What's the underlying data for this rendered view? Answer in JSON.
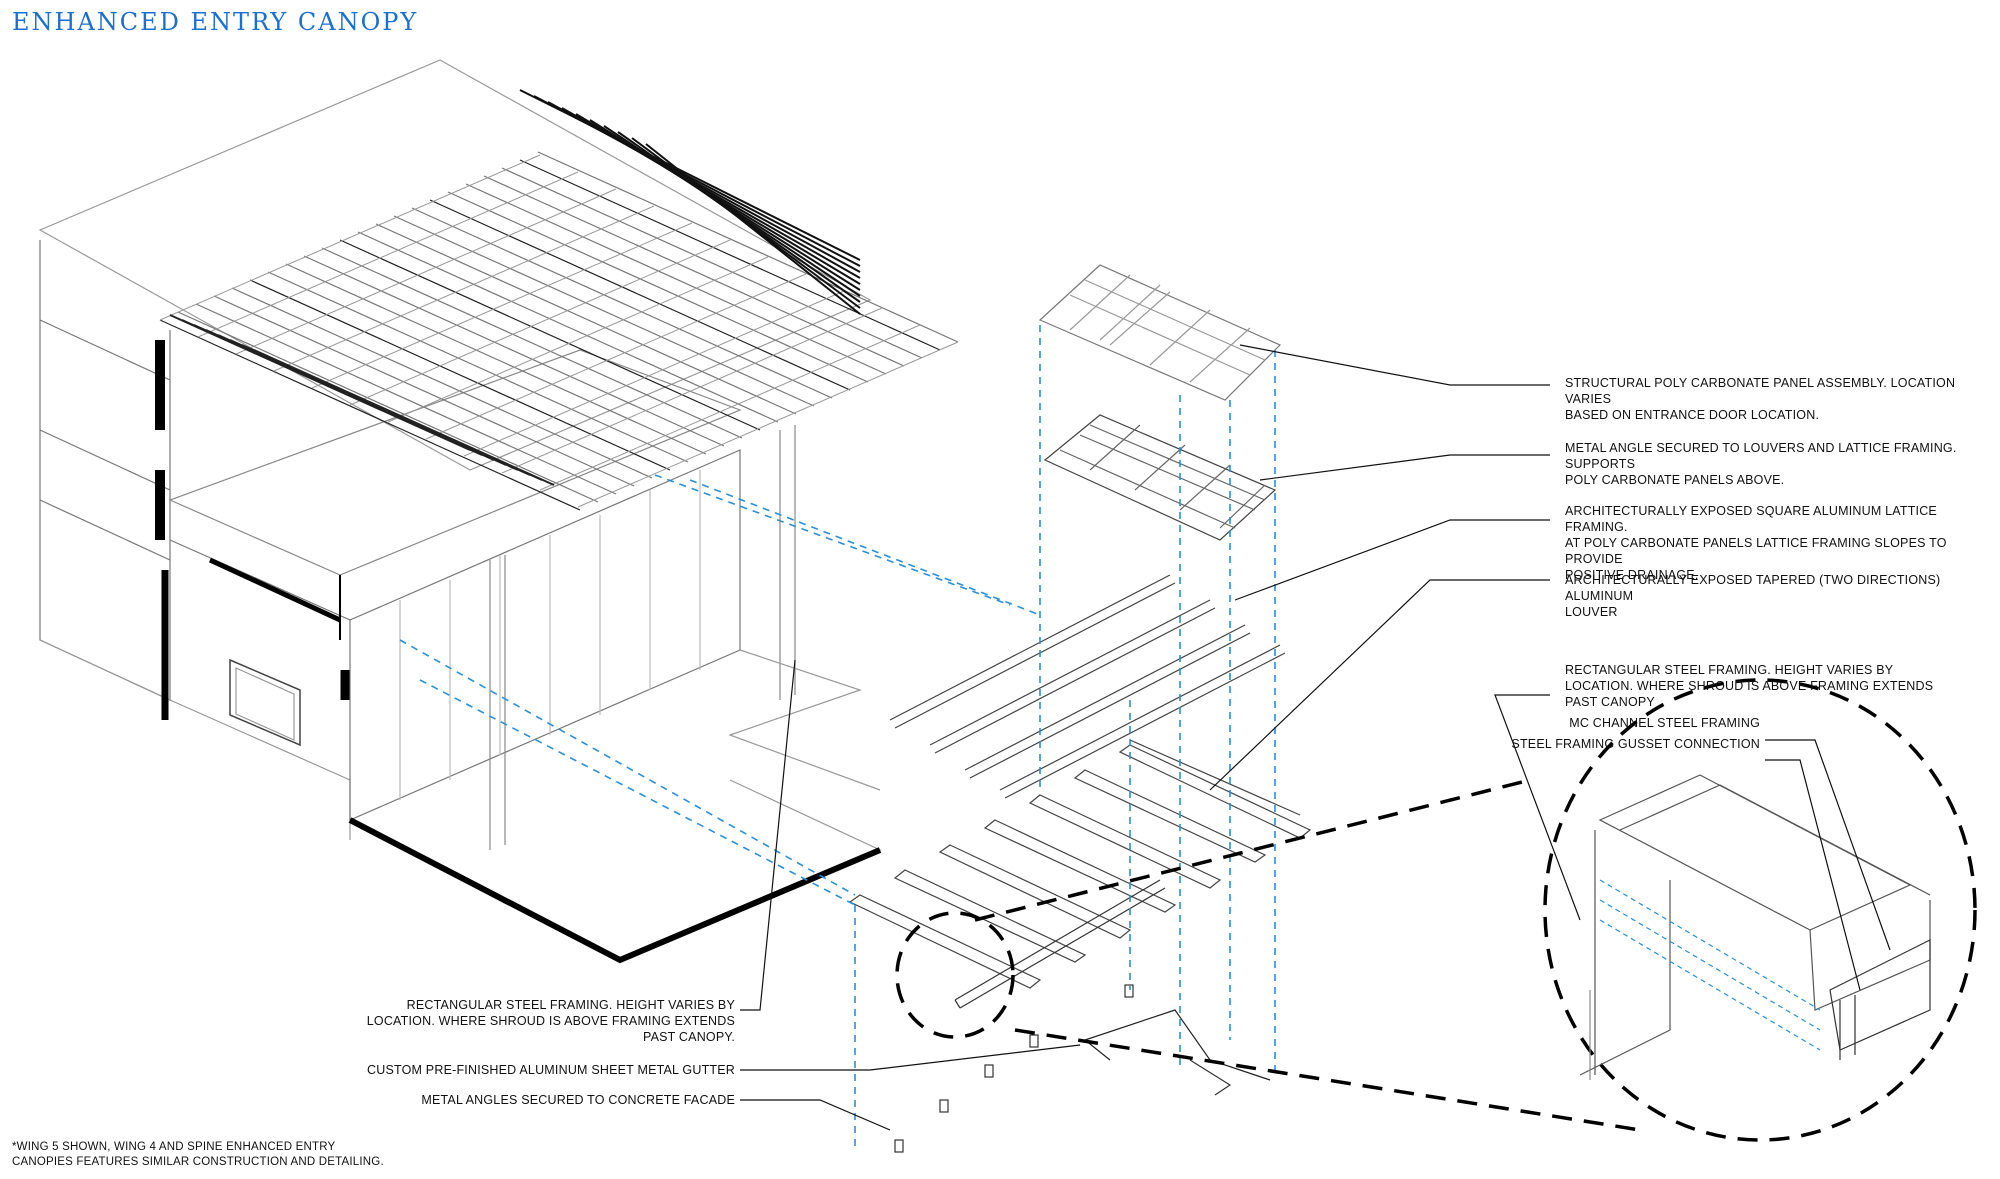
{
  "title": "ENHANCED ENTRY CANOPY",
  "colors": {
    "accent": "#1a6fd0",
    "hidden_line": "#2a8fd6",
    "ink": "#111111"
  },
  "callouts_right": [
    {
      "lines": [
        "STRUCTURAL POLY CARBONATE PANEL ASSEMBLY. LOCATION VARIES",
        "BASED ON ENTRANCE DOOR LOCATION."
      ]
    },
    {
      "lines": [
        "METAL ANGLE SECURED TO LOUVERS AND LATTICE FRAMING. SUPPORTS",
        "POLY CARBONATE PANELS ABOVE."
      ]
    },
    {
      "lines": [
        "ARCHITECTURALLY EXPOSED SQUARE ALUMINUM LATTICE FRAMING.",
        "AT POLY CARBONATE PANELS LATTICE FRAMING SLOPES TO PROVIDE",
        "POSITIVE DRAINAGE."
      ]
    },
    {
      "lines": [
        "ARCHITECTURALLY EXPOSED TAPERED (TWO DIRECTIONS) ALUMINUM",
        "LOUVER"
      ]
    },
    {
      "lines": [
        "RECTANGULAR STEEL FRAMING. HEIGHT VARIES BY",
        "LOCATION. WHERE SHROUD IS ABOVE FRAMING EXTENDS",
        "PAST CANOPY"
      ]
    }
  ],
  "callouts_detail": [
    {
      "text": "MC CHANNEL STEEL FRAMING"
    },
    {
      "text": "STEEL FRAMING GUSSET CONNECTION"
    }
  ],
  "callouts_left": [
    {
      "lines": [
        "RECTANGULAR STEEL FRAMING. HEIGHT VARIES BY",
        "LOCATION. WHERE SHROUD IS ABOVE FRAMING EXTENDS",
        "PAST CANOPY."
      ]
    },
    {
      "lines": [
        "CUSTOM PRE-FINISHED ALUMINUM SHEET METAL GUTTER"
      ]
    },
    {
      "lines": [
        "METAL ANGLES SECURED TO CONCRETE FACADE"
      ]
    }
  ],
  "footnote": [
    "*WING 5 SHOWN, WING 4 AND SPINE ENHANCED ENTRY",
    "CANOPIES FEATURES SIMILAR CONSTRUCTION AND DETAILING."
  ]
}
